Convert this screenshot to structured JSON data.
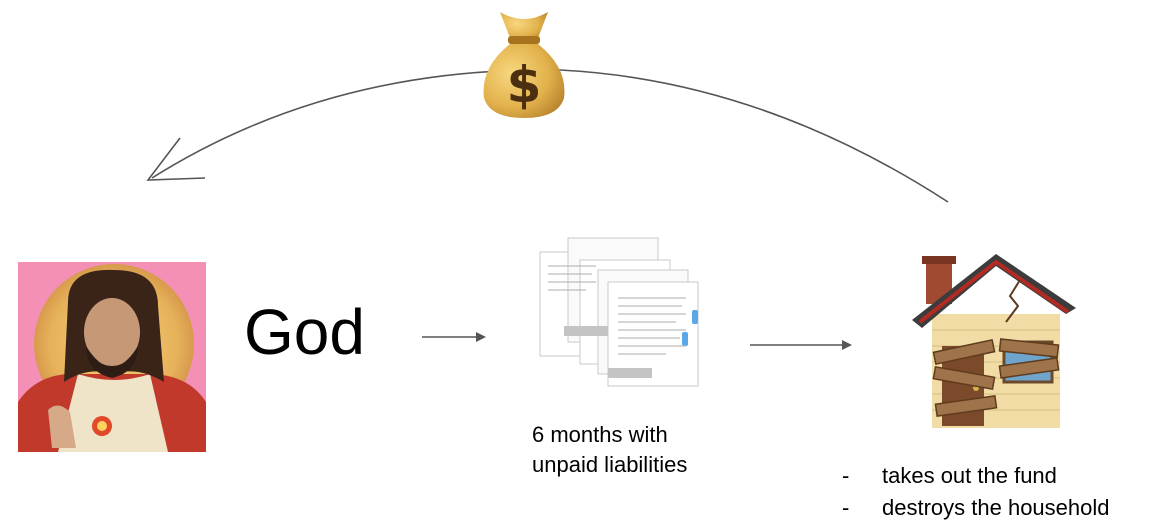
{
  "god_label": "God",
  "documents_caption": [
    "6 months with",
    "unpaid liabilities"
  ],
  "house_effects": [
    "takes out the fund",
    "destroys the household"
  ],
  "icons": {
    "money": "money-bag-icon",
    "portrait": "jesus-portrait",
    "documents": "documents-icon",
    "house": "derelict-house-icon"
  },
  "colors": {
    "arrow": "#555555",
    "portrait_bg": "#f48fb6",
    "money_bag": "#e2b24c"
  }
}
